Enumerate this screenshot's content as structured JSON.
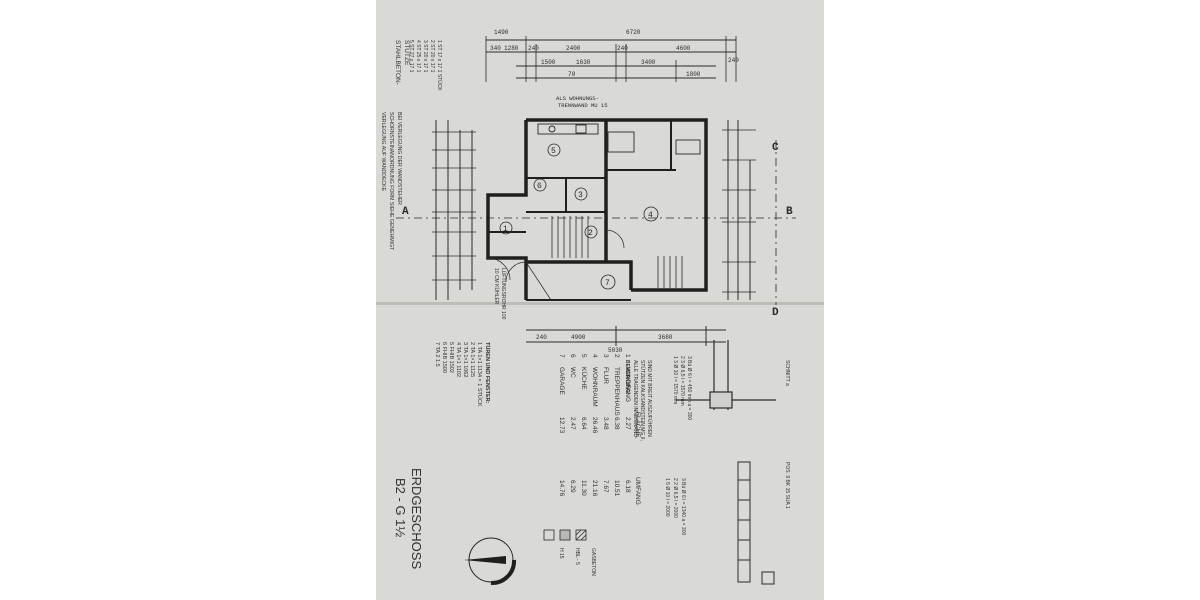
{
  "sheet": {
    "dimensions_top": [
      "1490",
      "6720",
      "340",
      "1280",
      "240",
      "2400",
      "240",
      "4600",
      "240",
      "1500",
      "1630",
      "3400",
      "1800",
      "70"
    ],
    "dimensions_bottom": [
      "240",
      "4900",
      "3680",
      "5030"
    ],
    "partition_note": [
      "ALS WOHNUNGS-",
      "TRENNWAND MU 15"
    ],
    "section_marks": [
      "A",
      "B",
      "C",
      "D"
    ],
    "room_numbers": [
      "1",
      "2",
      "3",
      "4",
      "5",
      "6",
      "7"
    ],
    "stahlbeton": {
      "title": [
        "STAHLBETON-",
        "STÜTZE"
      ],
      "rows": [
        "1 ST 17 x 17  1 STÜCK",
        "2 ST 20 x 17  1",
        "3 ST 20 x 17  1",
        "4 ST 25 x 17  1",
        "5 ST 27 x 17  1"
      ]
    },
    "verlegung_note": [
      "BEI VERLEGUNG DER WANDSTEHER",
      "SCHORNSTEINANORDNUNG FORM SIEHE GENEHMIGT",
      "VERLEGUNG AUF WANDDECKE"
    ],
    "luftung_note": [
      "LÜFTUNGSROHR 100",
      "10 CM KÜHLER"
    ],
    "rooms_table": {
      "headers": [
        "FLÄCHE",
        "UMFANG"
      ],
      "rows": [
        {
          "no": "1",
          "name": "WINDFANG",
          "area": "2.27",
          "perimeter": "6.18"
        },
        {
          "no": "2",
          "name": "TREPPENHAUS",
          "area": "6.38",
          "perimeter": "10.51"
        },
        {
          "no": "3",
          "name": "FLUR",
          "area": "3.48",
          "perimeter": "7.67"
        },
        {
          "no": "4",
          "name": "WOHNRAUM",
          "area": "26.46",
          "perimeter": "21.16"
        },
        {
          "no": "5",
          "name": "KÜCHE",
          "area": "6.64",
          "perimeter": "11.30"
        },
        {
          "no": "6",
          "name": "WC",
          "area": "2.47",
          "perimeter": "6.29"
        },
        {
          "no": "7",
          "name": "GARAGE",
          "area": "12.73",
          "perimeter": "14.76"
        }
      ],
      "area_unit": "m²",
      "perimeter_unit": "m"
    },
    "bemerkung": {
      "title": "BEMERKUNG:",
      "lines": [
        "ALLE TRAGENDEN INNENWAND-",
        "STÜTZEN KALKSANDSTEIN MG II,",
        "SIND MIT BREIT AUSZUFÜHREN"
      ]
    },
    "schnitt_label": "SCHNITT a",
    "dim_items": [
      "1  3 Ø 10  l = 1570 mm",
      "2  3 Ø 6,5  l = 1570 mm",
      "3  Bü Ø 6  l = 450 mm  a = 300"
    ],
    "dim_items_b": [
      "1  5 Ø 10  l = 2000",
      "2  2 Ø 6,5  l = 2000",
      "3  Bü Ø 6  l = 1340  a = 300"
    ],
    "pos_label": "POS. 9   BK 15  SUA 1",
    "tueren": {
      "title": "TÜREN UND FENSTER:",
      "rows": [
        "1  TA 1×1  1134 × 1 STÜCK",
        "2  TA 1×1  1125",
        "3  TA 1×1  1062",
        "4  TA 1×1  1102",
        "5  FHIB  1502",
        "6  FHIB  1500",
        "7  TA 2  1.5"
      ]
    },
    "title": [
      "ERDGESCHOSS",
      "B2 - G 1½"
    ],
    "legend": [
      {
        "label": "GASBETON",
        "pattern": "hatch"
      },
      {
        "label": "HBL - 5",
        "pattern": "cross"
      },
      {
        "label": "H 15",
        "pattern": "plain"
      }
    ],
    "colors": {
      "paper": "#d9d9d6",
      "ink": "#2a2a2a",
      "page": "#ffffff"
    }
  }
}
